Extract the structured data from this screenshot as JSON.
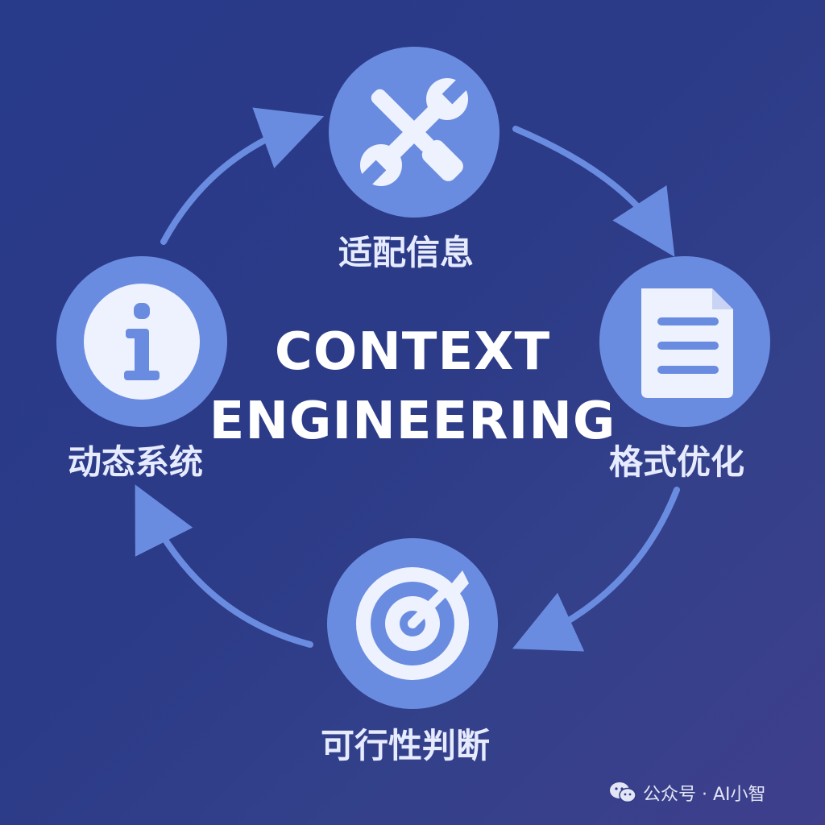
{
  "title": {
    "line1": "CONTEXT",
    "line2": "ENGINEERING"
  },
  "nodes": [
    {
      "label": "适配信息",
      "icon": "wrench-screwdriver-icon"
    },
    {
      "label": "格式优化",
      "icon": "document-icon"
    },
    {
      "label": "可行性判断",
      "icon": "target-arrow-icon"
    },
    {
      "label": "动态系统",
      "icon": "info-icon"
    }
  ],
  "watermark": {
    "text": "公众号 · AI小智",
    "icon": "wechat-icon"
  },
  "colors": {
    "background": "#2c3b88",
    "node_fill": "#6a8ce0",
    "icon_fill": "#eef2ff",
    "arrow": "#6a8ce0"
  }
}
